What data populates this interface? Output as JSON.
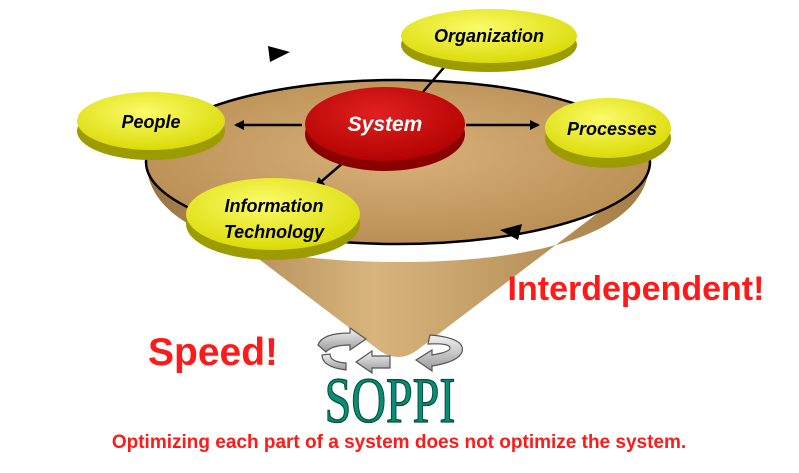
{
  "diagram": {
    "center": "System",
    "nodes": {
      "organization": "Organization",
      "people": "People",
      "processes": "Processes",
      "information_technology": [
        "Information",
        "Technology"
      ]
    },
    "callouts": {
      "speed": "Speed!",
      "interdependent": "Interdependent!"
    },
    "brand": "SOPPI",
    "caption": "Optimizing each part of a system does not optimize the system."
  },
  "colors": {
    "cone": "#c9a46a",
    "system": "#cc0000",
    "node": "#e6e600",
    "callout_text": "#ff1a1a",
    "brand_text": "#0a8c78"
  }
}
